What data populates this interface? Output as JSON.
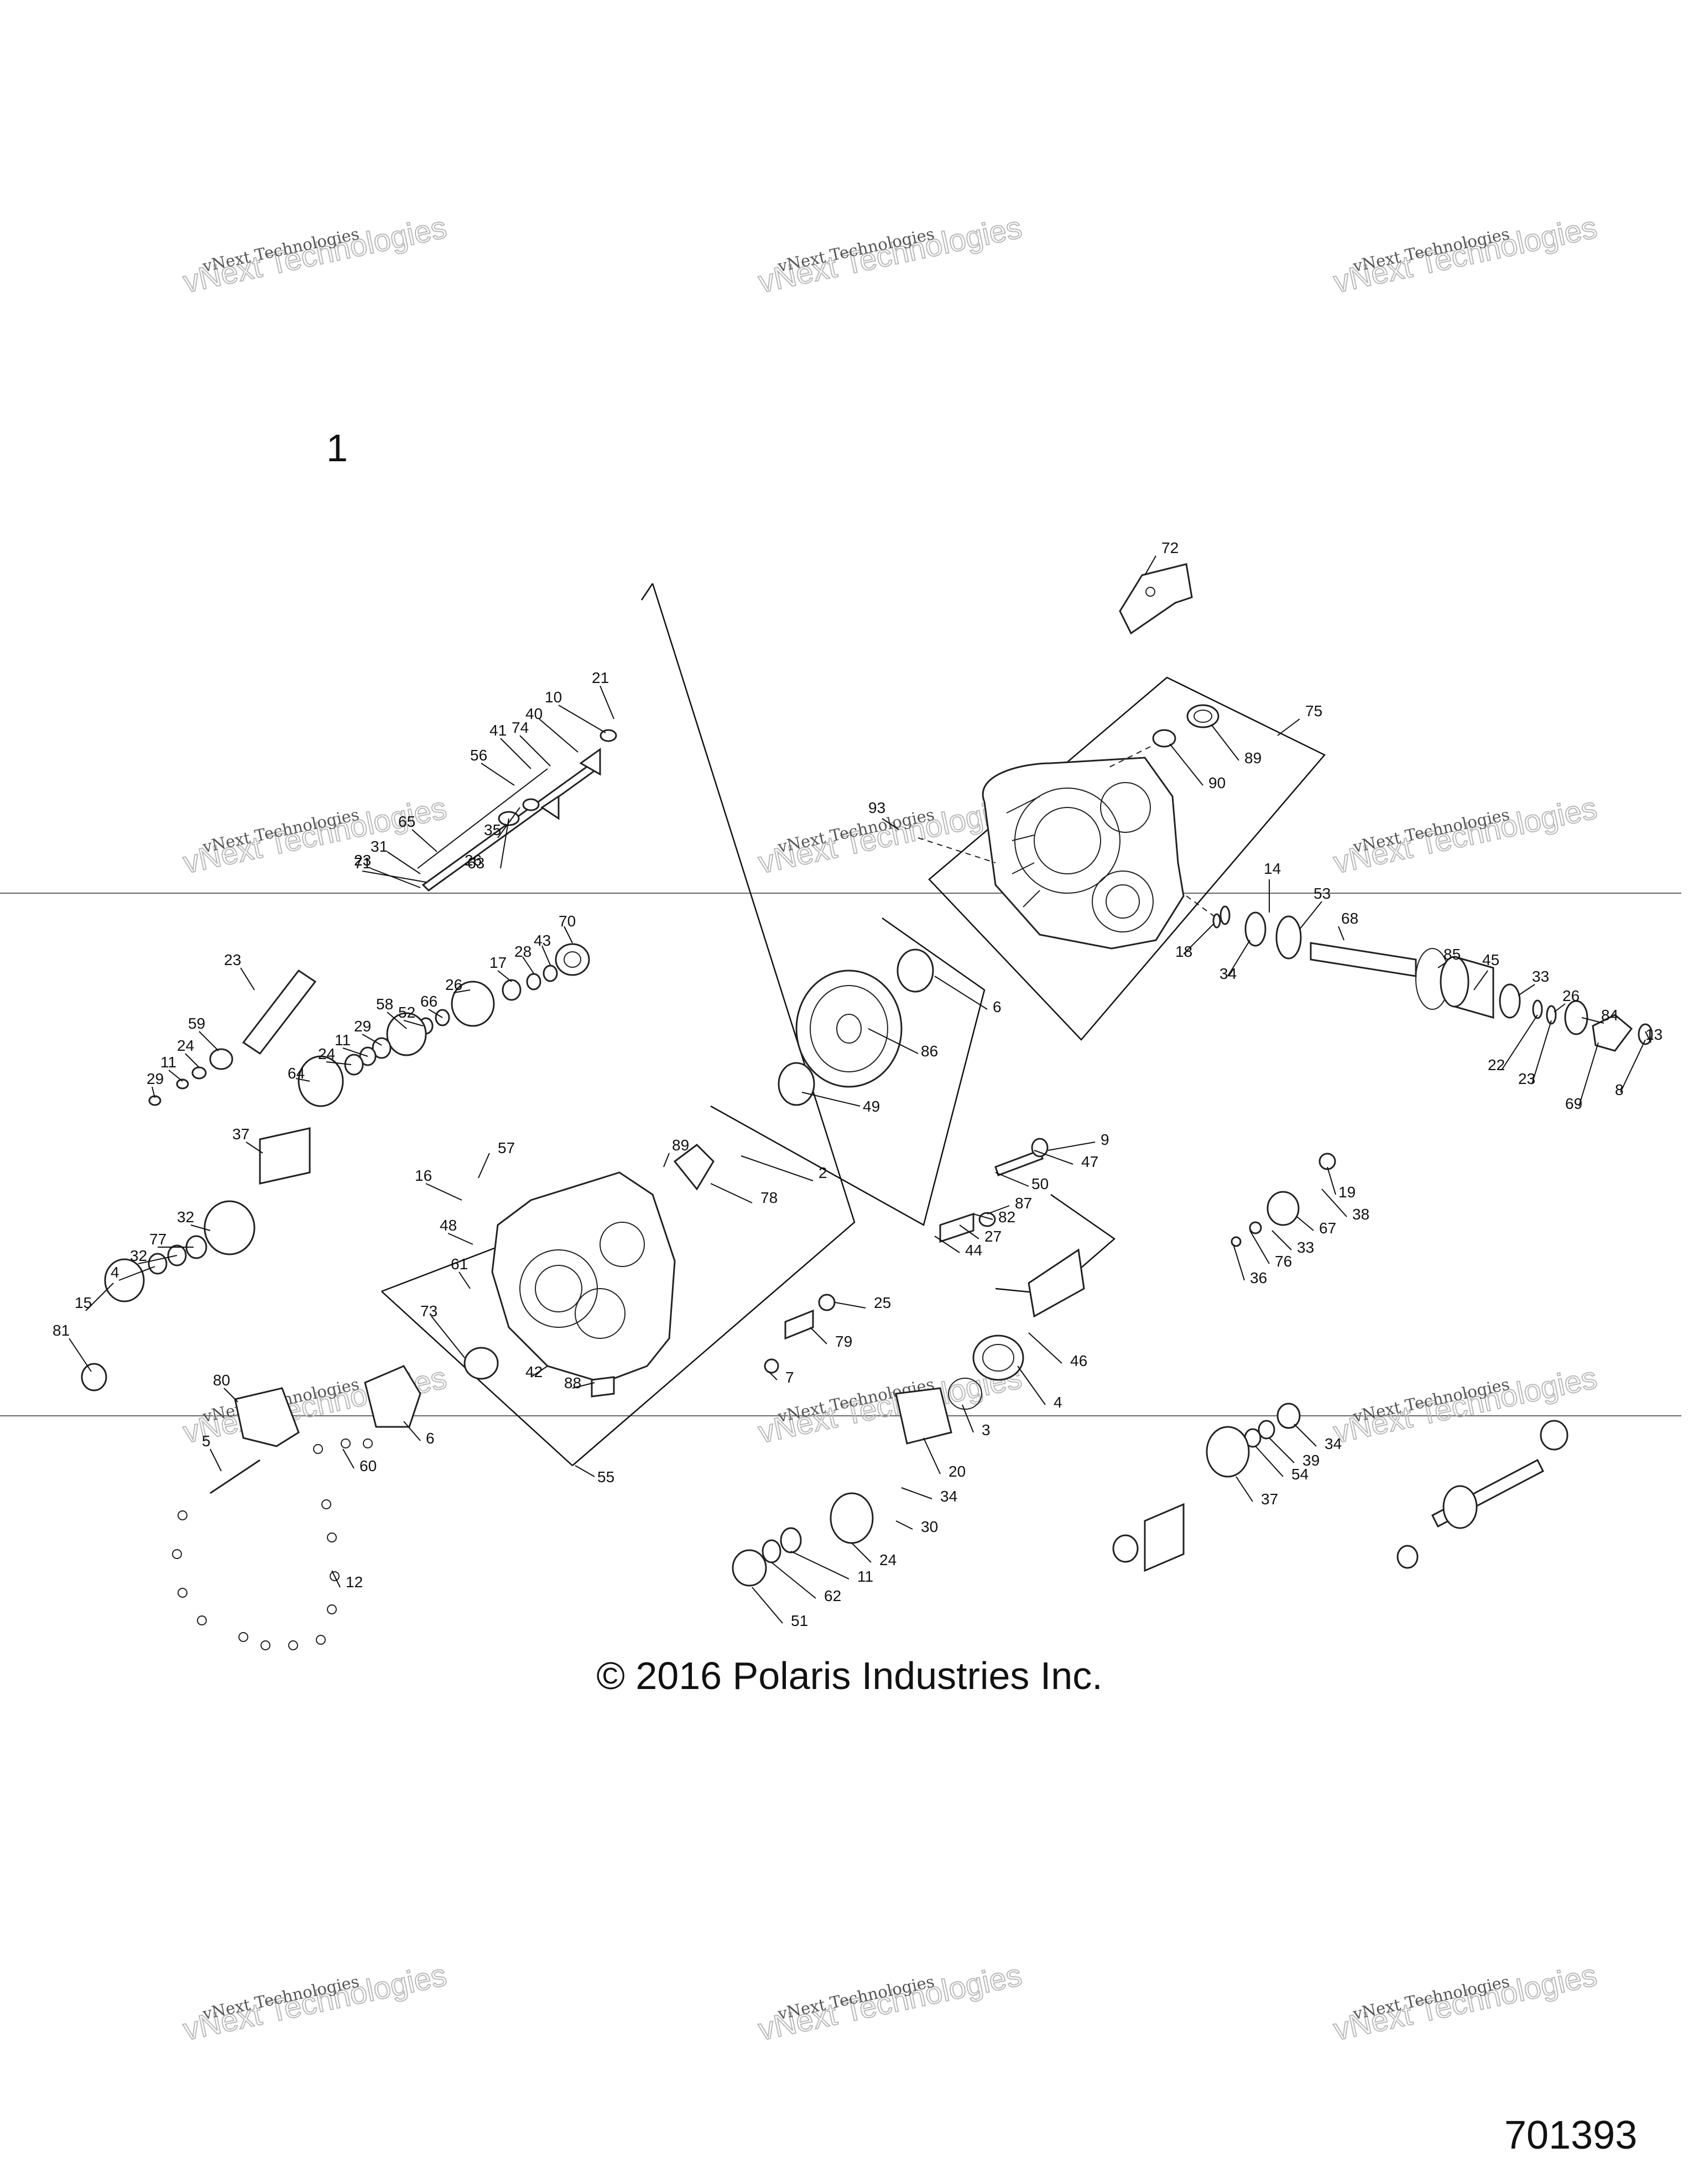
{
  "diagram": {
    "assembly_number": "1",
    "copyright": "© 2016 Polaris Industries Inc.",
    "sheet_id": "701393",
    "watermark": {
      "line1": "vNext Technologies",
      "line2": "vNext Technologies"
    },
    "callouts": [
      "72",
      "75",
      "89",
      "90",
      "93",
      "14",
      "53",
      "68",
      "18",
      "34",
      "85",
      "45",
      "33",
      "26",
      "84",
      "13",
      "22",
      "23",
      "69",
      "8",
      "21",
      "10",
      "40",
      "41",
      "74",
      "56",
      "65",
      "31",
      "23",
      "26",
      "35",
      "63",
      "71",
      "70",
      "43",
      "28",
      "17",
      "26",
      "23",
      "59",
      "24",
      "11",
      "29",
      "66",
      "52",
      "58",
      "29",
      "11",
      "24",
      "64",
      "37",
      "32",
      "77",
      "32",
      "4",
      "15",
      "81",
      "6",
      "86",
      "49",
      "57",
      "89",
      "16",
      "2",
      "78",
      "48",
      "61",
      "73",
      "42",
      "88",
      "55",
      "9",
      "47",
      "50",
      "87",
      "82",
      "27",
      "44",
      "19",
      "38",
      "67",
      "33",
      "76",
      "36",
      "25",
      "79",
      "7",
      "46",
      "4",
      "3",
      "80",
      "5",
      "6",
      "60",
      "12",
      "20",
      "34",
      "30",
      "24",
      "11",
      "62",
      "51",
      "34",
      "39",
      "54",
      "37"
    ]
  }
}
